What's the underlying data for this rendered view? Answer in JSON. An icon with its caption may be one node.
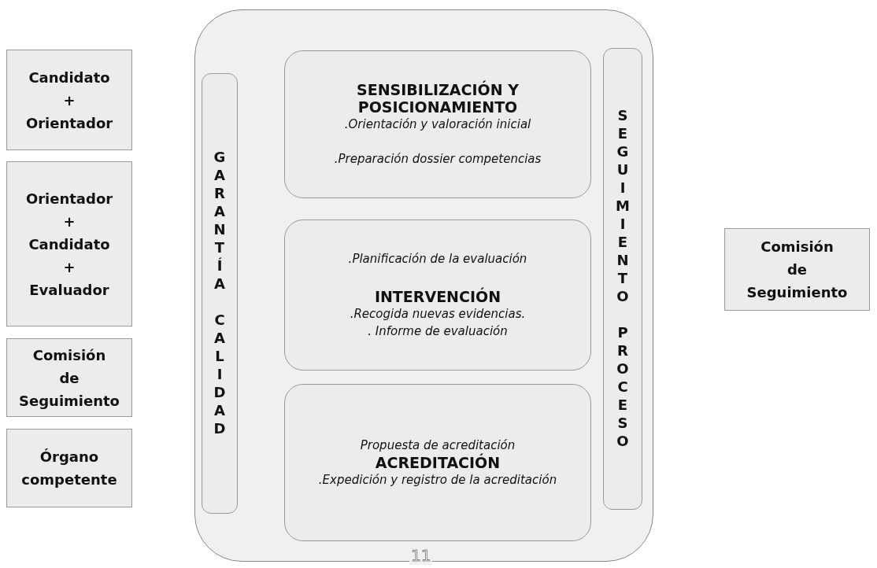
{
  "diagram": {
    "nodes": [
      {
        "text": [
          "Candidato + Orientador"
        ]
      },
      {
        "text": [
          "Orientador + Candidato + Evaluador"
        ]
      },
      {
        "text": [
          "Comisión de Seguimiento"
        ]
      },
      {
        "text": [
          "Órgano competente"
        ]
      },
      {
        "text": [],
        "shape": "box"
      },
      {
        "text": [
          "GARANTÍA CALIDAD"
        ],
        "in": 4
      },
      {
        "text": [
          "SENSIBILIZACIÓN Y POSICIONAMIENTO",
          ".Orientación y valoración inicial",
          ".Preparación dossier competencias"
        ],
        "in": 4
      },
      {
        "text": [
          ".Planificación de la evaluación",
          "INTERVENCIÓN",
          ".Recogida nuevas evidencias.",
          ". Informe de evaluación"
        ],
        "in": 4
      },
      {
        "text": [
          "Propuesta de acreditación",
          "ACREDITACIÓN",
          ".Expedición y registro de la acreditación"
        ],
        "in": 4
      },
      {
        "text": [
          "SEGUIMIENTO PROCESO"
        ],
        "in": 4
      },
      {
        "text": [
          "Comisión de Seguimiento"
        ]
      }
    ],
    "edges": [],
    "labels": [
      "11"
    ]
  }
}
